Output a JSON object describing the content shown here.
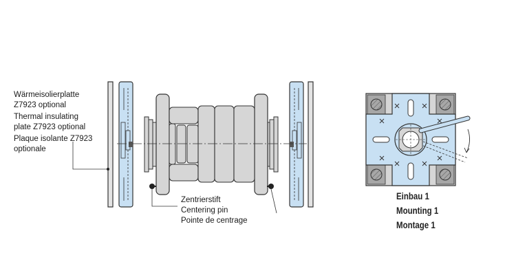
{
  "callout_left": {
    "de": [
      "Wärmeisolierplatte",
      "Z7923 optional"
    ],
    "en": [
      "Thermal insulating",
      "plate Z7923 optional"
    ],
    "fr": [
      "Plaque isolante Z7923",
      "optionale"
    ]
  },
  "callout_pin": {
    "de": "Zentrierstift",
    "en": "Centering pin",
    "fr": "Pointe de centrage"
  },
  "mounting": {
    "de": "Einbau 1",
    "en": "Mounting 1",
    "fr": "Montage 1"
  },
  "colors": {
    "insulating_plate": "#c8e0f3",
    "body": "#d6d6d6",
    "mount_plate": "#c8e0f3",
    "corner_block": "#a7a7a7",
    "outline": "#333333"
  }
}
